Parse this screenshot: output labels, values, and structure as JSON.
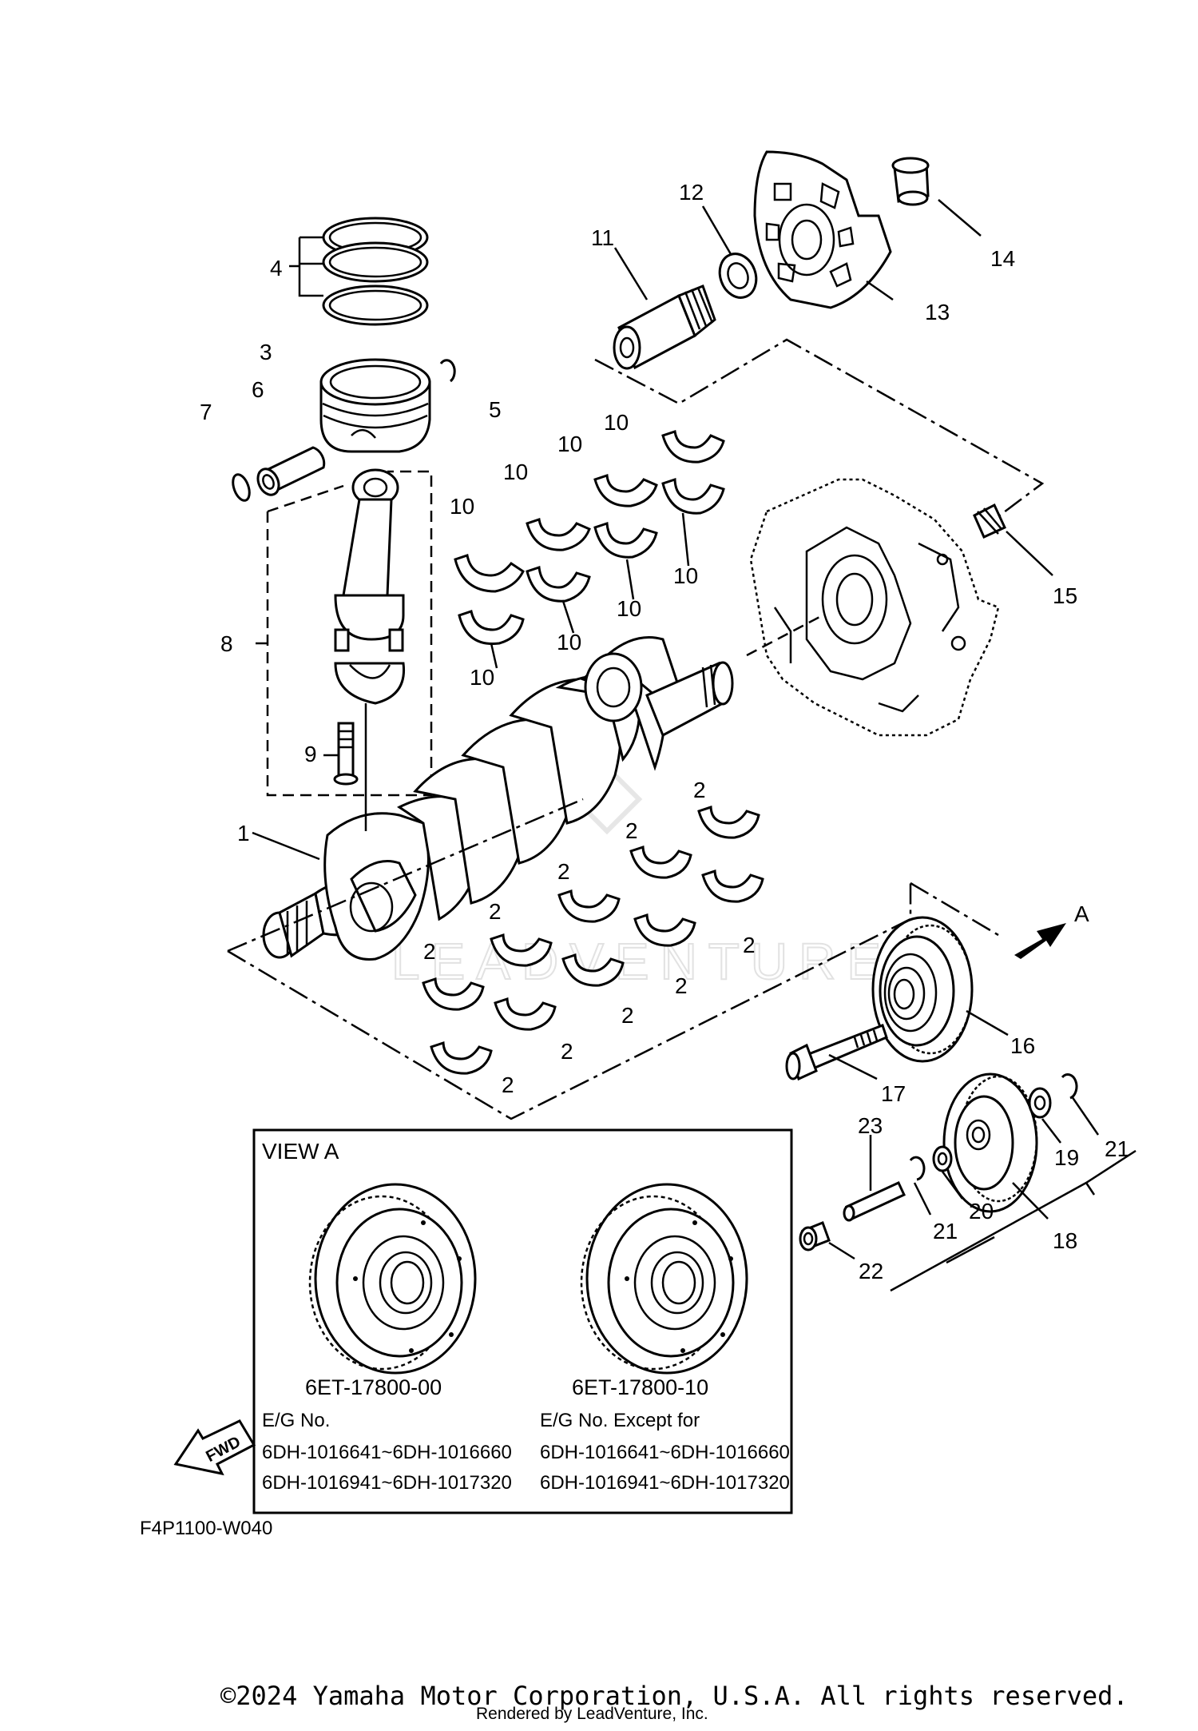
{
  "callouts": {
    "c1": "1",
    "c2": "2",
    "c3": "3",
    "c4": "4",
    "c5": "5",
    "c6": "6",
    "c7": "7",
    "c8": "8",
    "c9": "9",
    "c10": "10",
    "c11": "11",
    "c12": "12",
    "c13": "13",
    "c14": "14",
    "c15": "15",
    "c16": "16",
    "c17": "17",
    "c18": "18",
    "c19": "19",
    "c20": "20",
    "c21": "21",
    "c22": "22",
    "c23": "23"
  },
  "view_marker": "A",
  "view_box": {
    "title": "VIEW A",
    "left": {
      "part_no": "6ET-17800-00",
      "eg_label": "E/G No.",
      "range_1": "6DH-1016641~6DH-1016660",
      "range_2": "6DH-1016941~6DH-1017320"
    },
    "right": {
      "part_no": "6ET-17800-10",
      "eg_label": "E/G No. Except for",
      "range_1": "6DH-1016641~6DH-1016660",
      "range_2": "6DH-1016941~6DH-1017320"
    }
  },
  "fwd_label": "FWD",
  "diagram_code": "F4P1100-W040",
  "watermark": "LEADVENTURE",
  "footer": {
    "copyright": "©2024 Yamaha Motor Corporation, U.S.A. All rights reserved.",
    "rendered_by": "Rendered by LeadVenture, Inc."
  }
}
